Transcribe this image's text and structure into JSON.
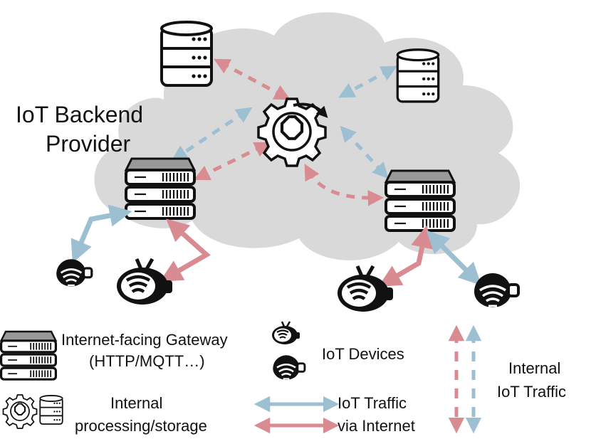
{
  "cloud_label": {
    "line1": "IoT Backend",
    "line2": "Provider"
  },
  "legend": {
    "gateway_line1": "Internet-facing Gateway",
    "gateway_line2": "(HTTP/MQTT…)",
    "devices": "IoT Devices",
    "internal_line1": "Internal",
    "internal_line2": "processing/storage",
    "traffic_line1": "IoT Traffic",
    "traffic_line2": "via Internet",
    "internal_traffic_line1": "Internal",
    "internal_traffic_line2": "IoT Traffic"
  },
  "colors": {
    "cloud": "#d9d9d9",
    "blue_arrow": "#9cbfd1",
    "red_arrow": "#d98b92",
    "device": "#111111"
  },
  "icons": [
    "database-icon",
    "gear-icon",
    "server-icon",
    "tv-device-icon",
    "wifi-device-icon"
  ]
}
